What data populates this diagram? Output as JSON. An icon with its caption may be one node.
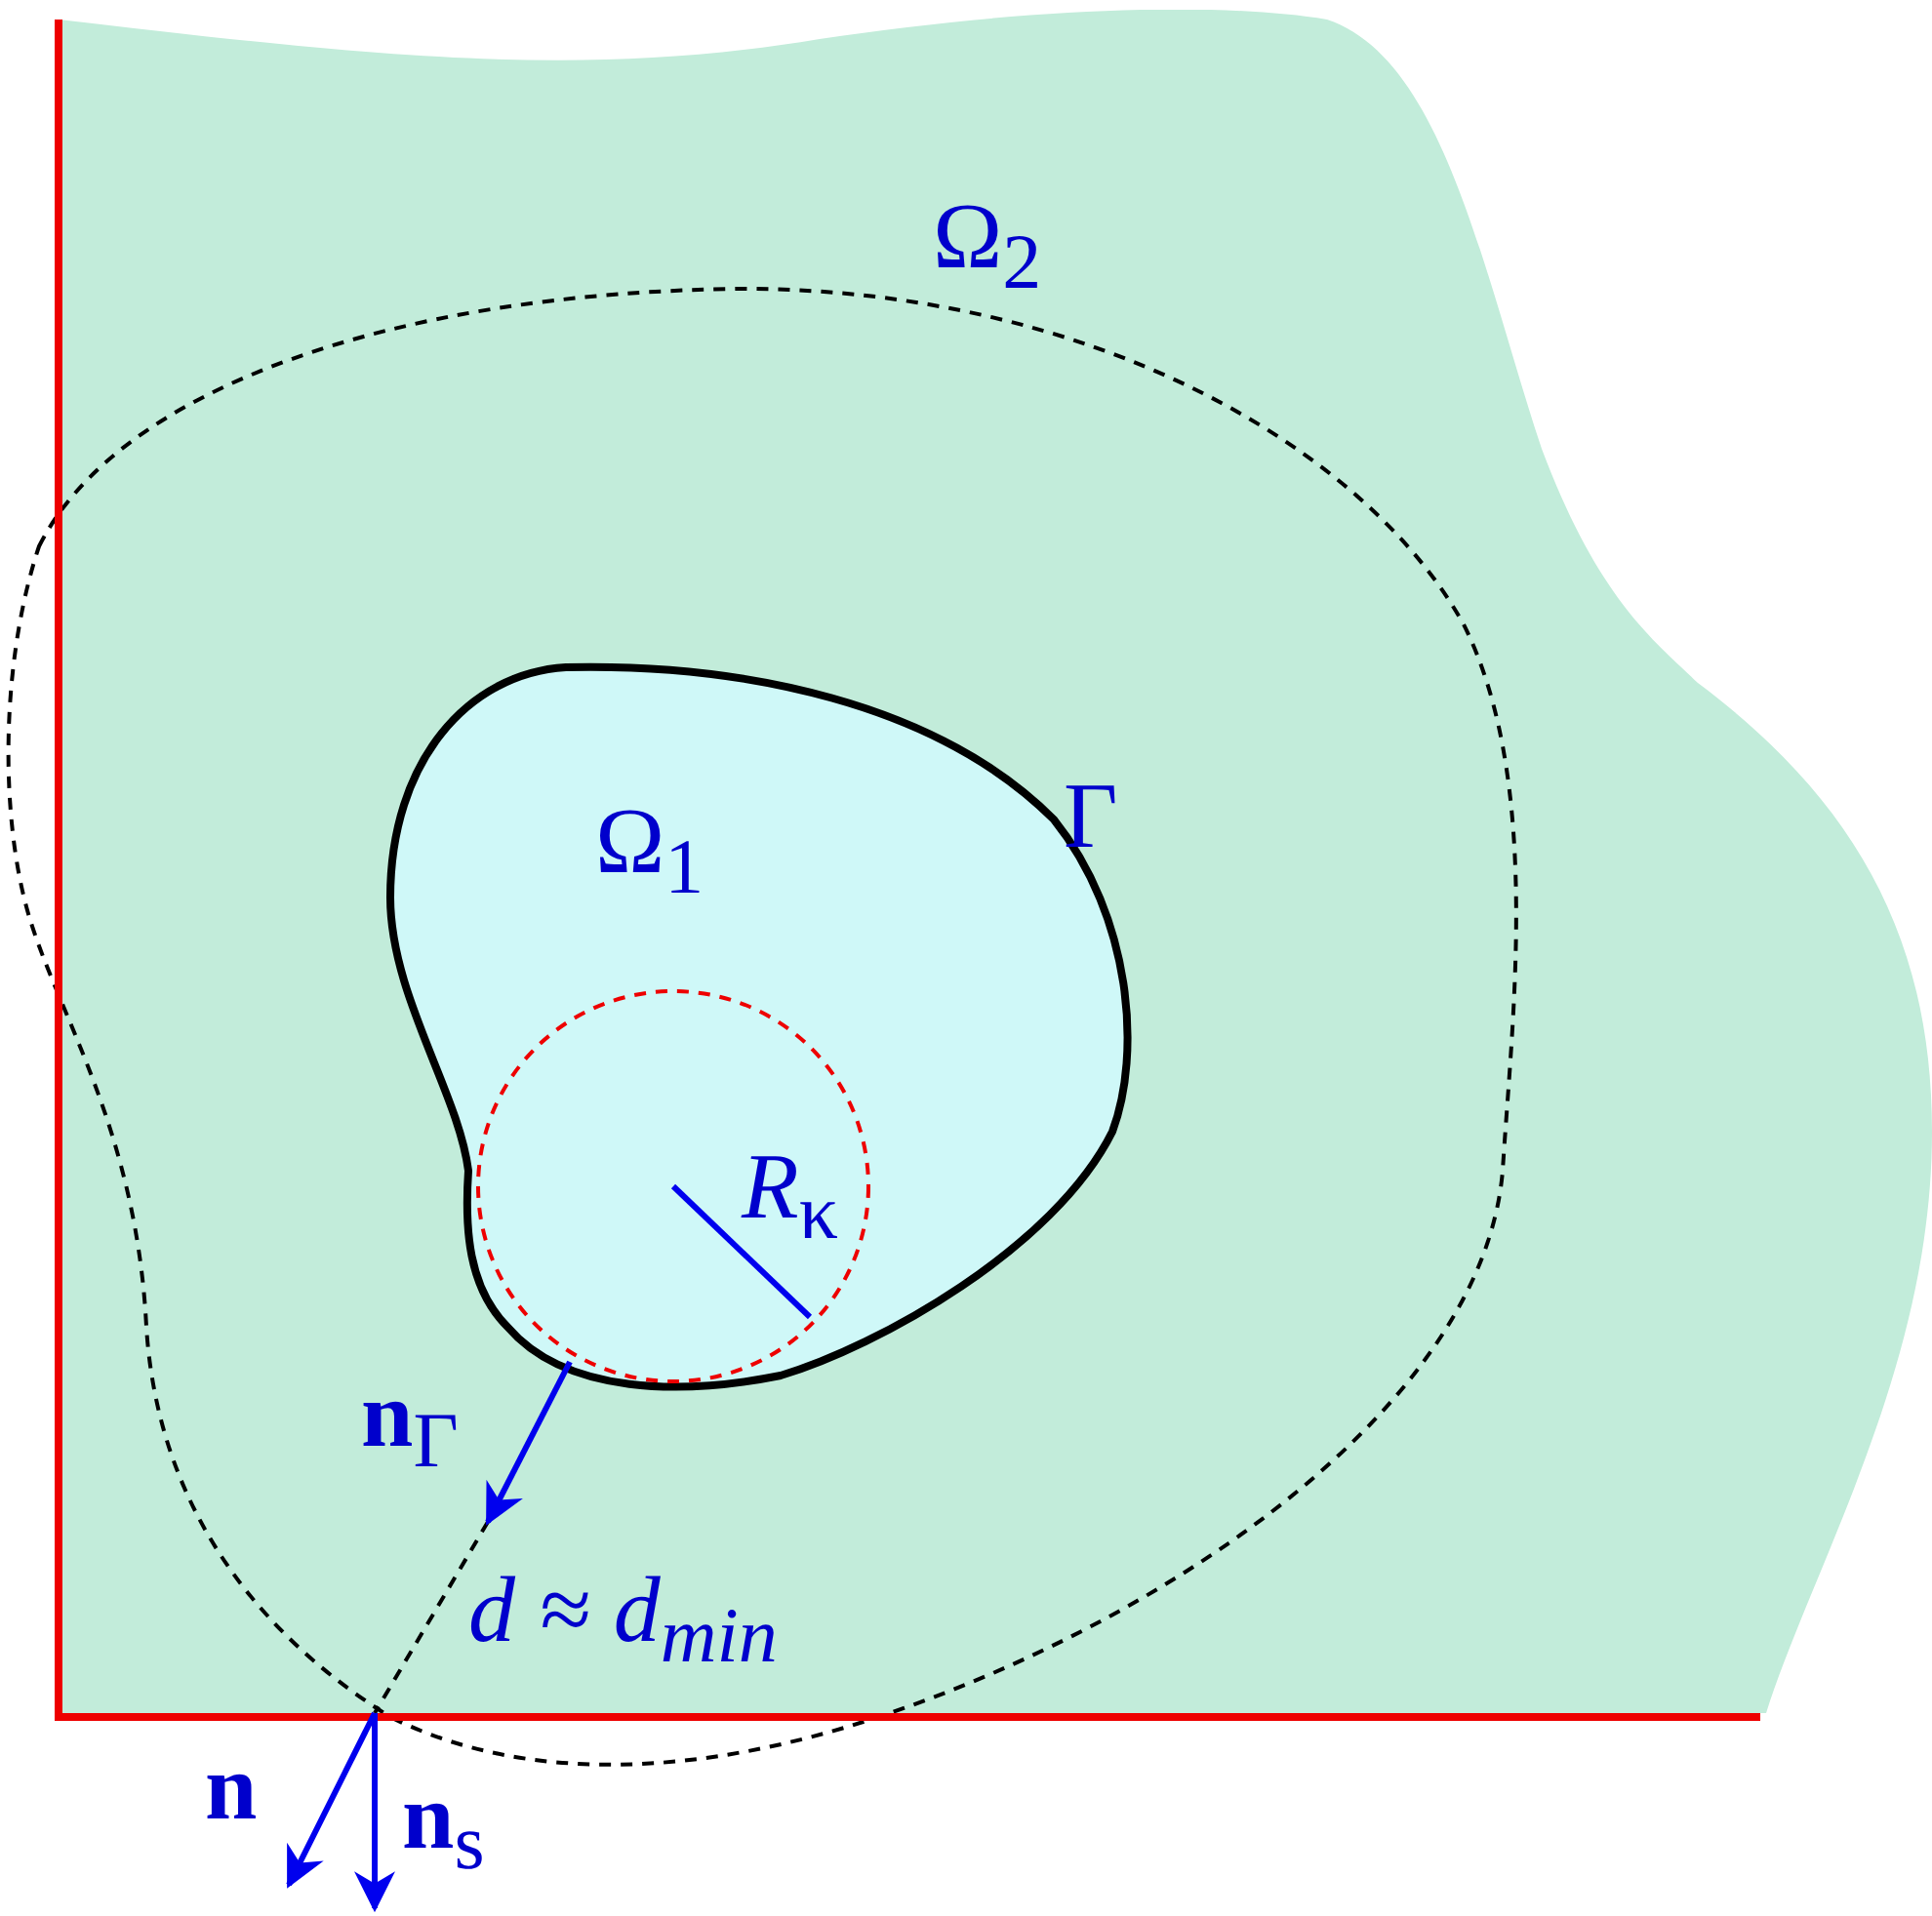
{
  "diagram": {
    "nodes": [
      {
        "text": [
          "Ω$_{2}$"
        ]
      },
      {
        "text": [
          "Ω$_{1}$"
        ],
        "in": 0
      }
    ],
    "labels": [
      "Γ",
      "*R*$_{κ}$",
      "**n**$_{Γ}$",
      "d ≈ d$_{min}$",
      "**n**",
      "**n**$_{s}$"
    ]
  }
}
